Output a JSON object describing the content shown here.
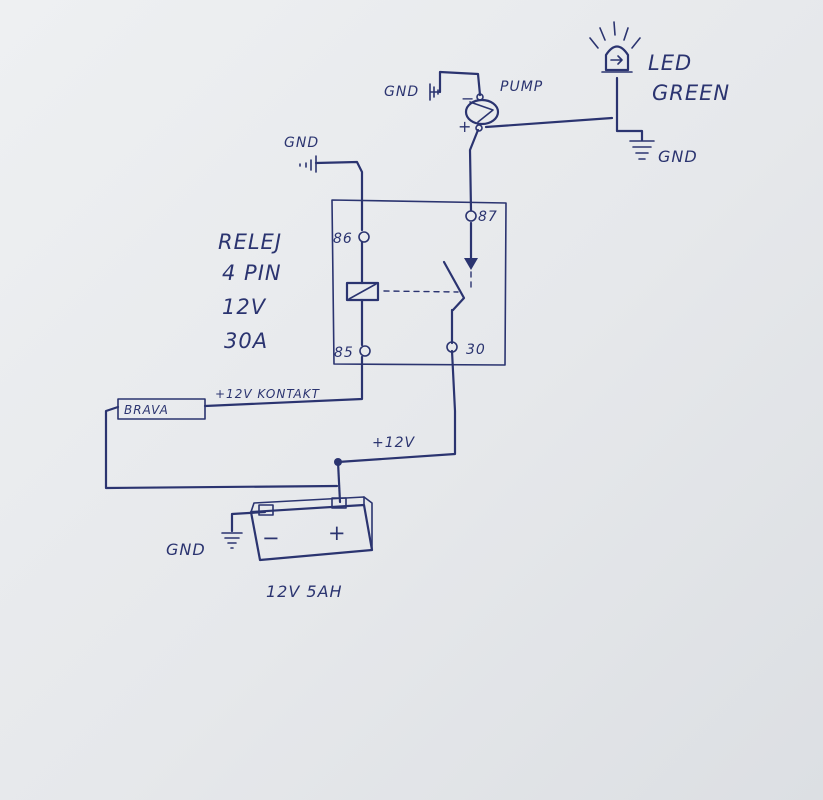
{
  "labels": {
    "led_line1": "LED",
    "led_line2": "GREEN",
    "pump": "PUMP",
    "gnd": "GND",
    "pin87": "87",
    "pin86": "86",
    "pin85": "85",
    "pin30": "30",
    "relay_line1": "RELEJ",
    "relay_line2": "4 PIN",
    "relay_line3": "12V",
    "relay_line4": "30A",
    "kontakt": "+12V KONTAKT",
    "brava": "BRAVA",
    "plus12": "+12V",
    "minus": "−",
    "plus": "+",
    "battery": "12V 5AH"
  },
  "colors": {
    "ink": "#2b3470",
    "paper": "#e9ebee"
  }
}
